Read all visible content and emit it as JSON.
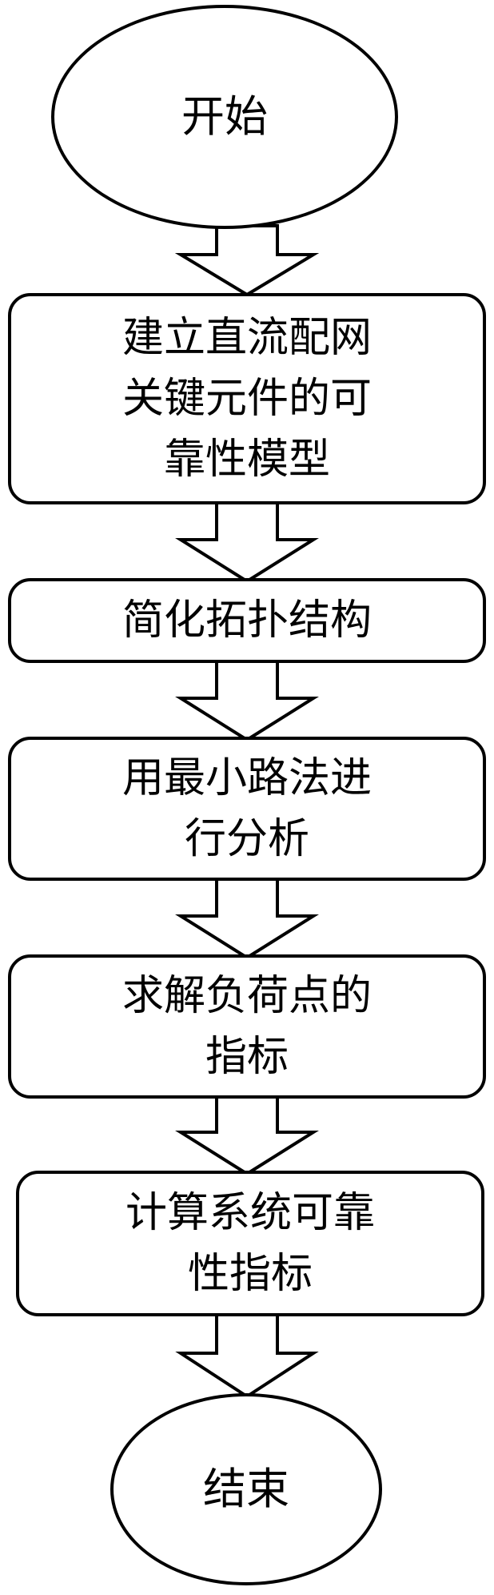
{
  "flowchart": {
    "start": "开始",
    "steps": [
      [
        "建立直流配网",
        "关键元件的可",
        "靠性模型"
      ],
      [
        "简化拓扑结构"
      ],
      [
        "用最小路法进",
        "行分析"
      ],
      [
        "求解负荷点的",
        "指标"
      ],
      [
        "计算系统可靠",
        "性指标"
      ]
    ],
    "end": "结束"
  }
}
